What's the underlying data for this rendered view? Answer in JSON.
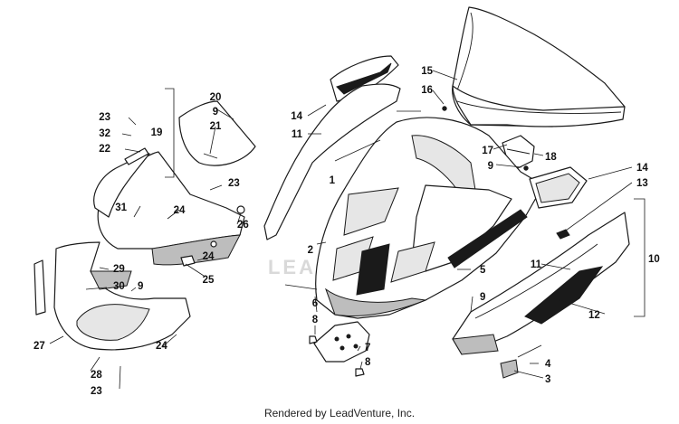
{
  "watermark": "LEADVENTURE",
  "footer": "Rendered by LeadVenture, Inc.",
  "callouts": [
    {
      "id": "c1",
      "text": "1"
    },
    {
      "id": "c2",
      "text": "2"
    },
    {
      "id": "c3",
      "text": "3"
    },
    {
      "id": "c4",
      "text": "4"
    },
    {
      "id": "c5",
      "text": "5"
    },
    {
      "id": "c6",
      "text": "6"
    },
    {
      "id": "c7",
      "text": "7"
    },
    {
      "id": "c8a",
      "text": "8"
    },
    {
      "id": "c8b",
      "text": "8"
    },
    {
      "id": "c9a",
      "text": "9"
    },
    {
      "id": "c9b",
      "text": "9"
    },
    {
      "id": "c9c",
      "text": "9"
    },
    {
      "id": "c9d",
      "text": "9"
    },
    {
      "id": "c10",
      "text": "10"
    },
    {
      "id": "c11a",
      "text": "11"
    },
    {
      "id": "c11b",
      "text": "11"
    },
    {
      "id": "c12",
      "text": "12"
    },
    {
      "id": "c13",
      "text": "13"
    },
    {
      "id": "c14a",
      "text": "14"
    },
    {
      "id": "c14b",
      "text": "14"
    },
    {
      "id": "c15",
      "text": "15"
    },
    {
      "id": "c16",
      "text": "16"
    },
    {
      "id": "c17",
      "text": "17"
    },
    {
      "id": "c18",
      "text": "18"
    },
    {
      "id": "c19",
      "text": "19"
    },
    {
      "id": "c20",
      "text": "20"
    },
    {
      "id": "c21",
      "text": "21"
    },
    {
      "id": "c22",
      "text": "22"
    },
    {
      "id": "c23a",
      "text": "23"
    },
    {
      "id": "c23b",
      "text": "23"
    },
    {
      "id": "c23c",
      "text": "23"
    },
    {
      "id": "c24a",
      "text": "24"
    },
    {
      "id": "c24b",
      "text": "24"
    },
    {
      "id": "c24c",
      "text": "24"
    },
    {
      "id": "c25",
      "text": "25"
    },
    {
      "id": "c26",
      "text": "26"
    },
    {
      "id": "c27",
      "text": "27"
    },
    {
      "id": "c28",
      "text": "28"
    },
    {
      "id": "c29",
      "text": "29"
    },
    {
      "id": "c30",
      "text": "30"
    },
    {
      "id": "c31",
      "text": "31"
    },
    {
      "id": "c32",
      "text": "32"
    }
  ],
  "colors": {
    "ink": "#1a1a1a",
    "fill": "#ffffff",
    "shade": "#bdbdbd",
    "watermark": "#d9d9d9"
  }
}
